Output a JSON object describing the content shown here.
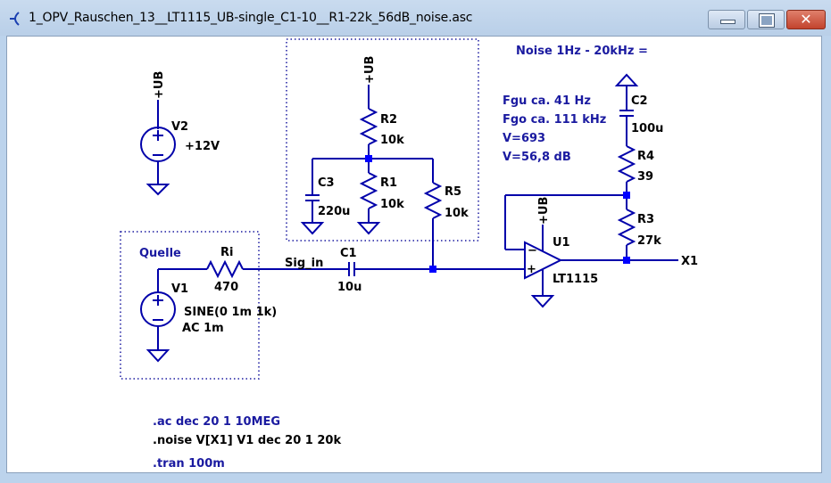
{
  "window": {
    "title": "1_OPV_Rauschen_13__LT1115_UB-single_C1-10__R1-22k_56dB_noise.asc",
    "icons": {
      "app": "ltspice-icon",
      "minimize": "minimize-icon",
      "maximize": "maximize-icon",
      "close": "close-icon"
    },
    "close_glyph": "✕"
  },
  "schematic": {
    "colors": {
      "wire": "#0000aa",
      "text_blue": "#1a1aa0",
      "junction": "#0000ff"
    },
    "supply_label": "+UB",
    "components": {
      "V2": {
        "name": "V2",
        "value": "+12V"
      },
      "R2": {
        "name": "R2",
        "value": "10k"
      },
      "R1": {
        "name": "R1",
        "value": "10k"
      },
      "C3": {
        "name": "C3",
        "value": "220u"
      },
      "R5": {
        "name": "R5",
        "value": "10k"
      },
      "C2": {
        "name": "C2",
        "value": "100u"
      },
      "R4": {
        "name": "R4",
        "value": "39"
      },
      "R3": {
        "name": "R3",
        "value": "27k"
      },
      "U1": {
        "name": "U1",
        "value": "LT1115"
      },
      "Ri": {
        "name": "Ri",
        "value": "470"
      },
      "V1": {
        "name": "V1",
        "value": "SINE(0 1m 1k)",
        "value2": "AC 1m"
      },
      "C1": {
        "name": "C1",
        "value": "10u"
      }
    },
    "nets": {
      "sig_in": "Sig_in",
      "out": "X1"
    },
    "group_label": "Quelle",
    "notes": {
      "noise": "Noise 1Hz - 20kHz =",
      "fgu": "Fgu ca. 41 Hz",
      "fgo": "Fgo ca. 111 kHz",
      "gain": "V=693",
      "gain_db": "V=56,8 dB"
    },
    "directives": {
      "ac": ".ac dec 20 1 10MEG",
      "noise": ".noise V[X1] V1 dec 20 1 20k",
      "tran": ".tran 100m"
    },
    "opamp_pins": {
      "minus": "−",
      "plus": "+"
    }
  }
}
